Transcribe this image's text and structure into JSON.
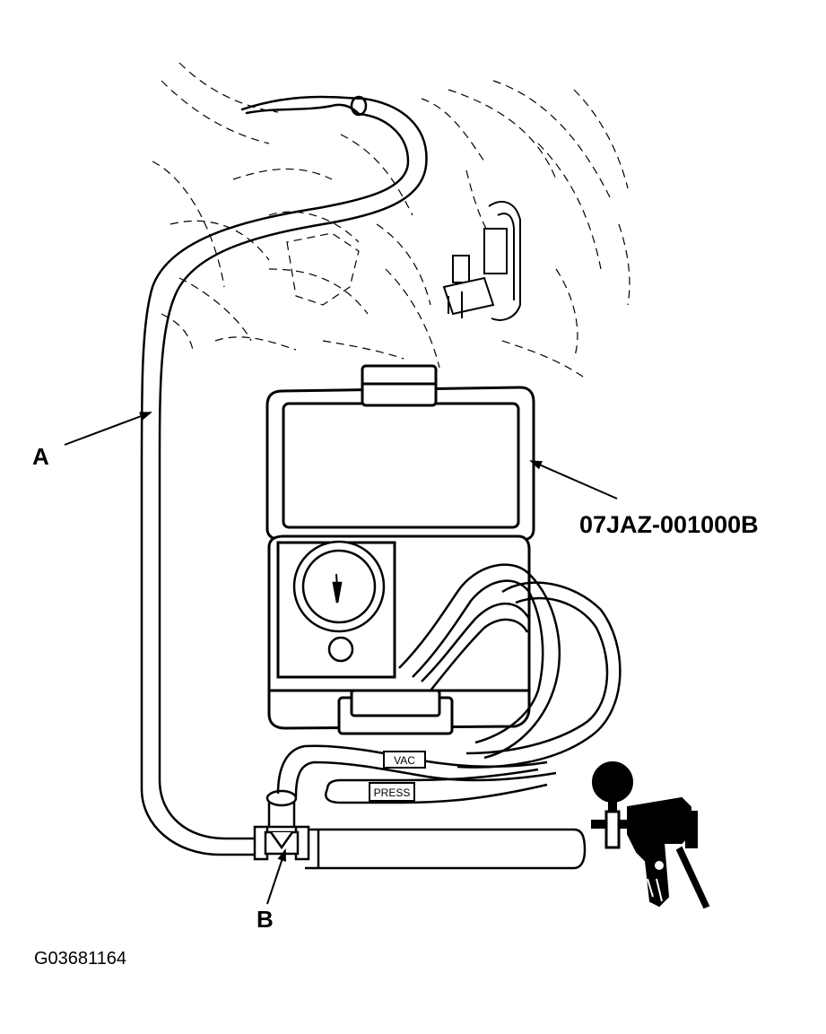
{
  "labels": {
    "hose_a": "A",
    "tee_b": "B",
    "tool_part_number": "07JAZ-001000B",
    "figure_code": "G03681164"
  },
  "hose_tags": {
    "vacuum": "VAC",
    "pressure": "PRESS"
  },
  "colors": {
    "line": "#000000",
    "background": "#ffffff"
  }
}
